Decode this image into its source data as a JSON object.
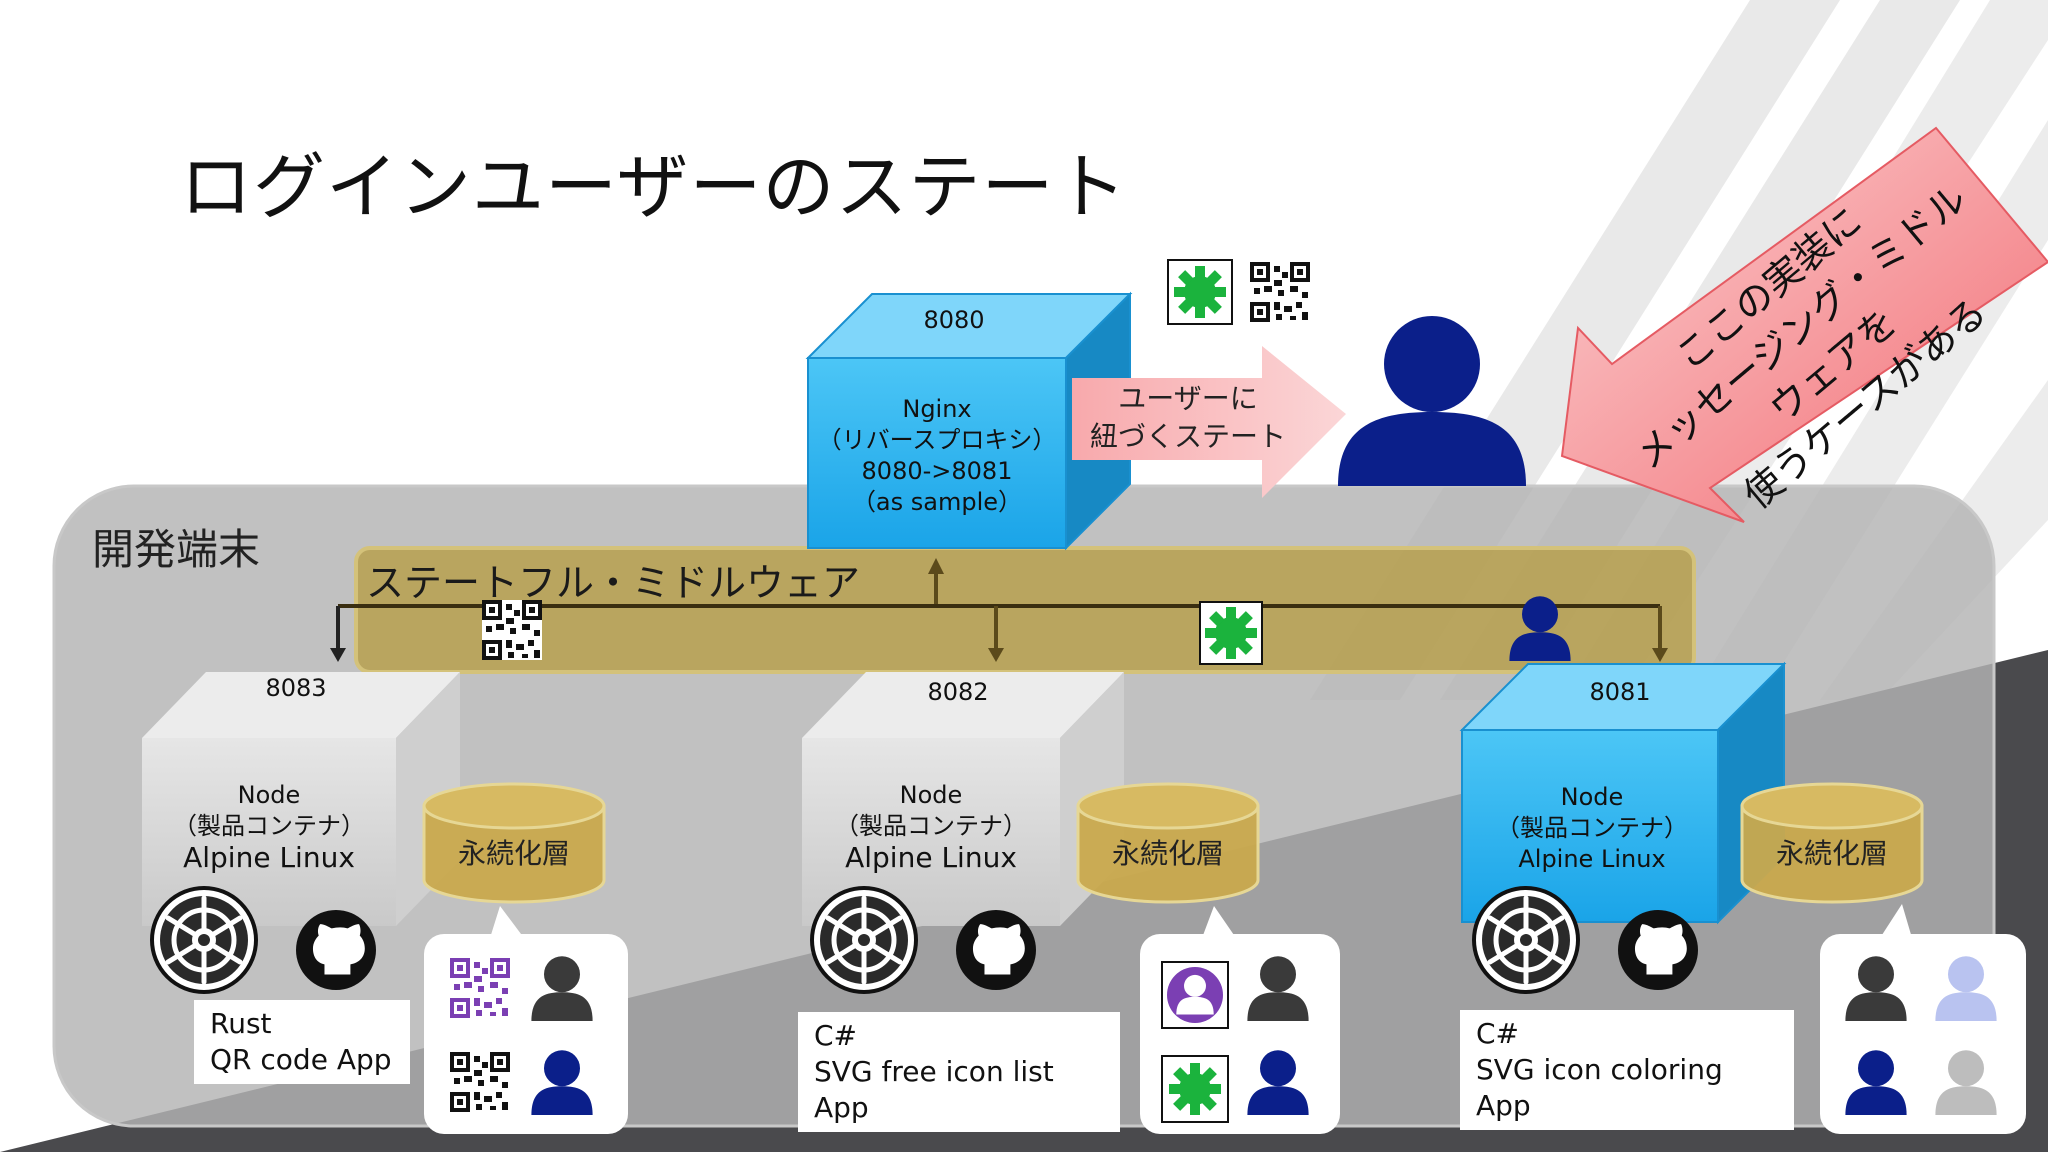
{
  "title": "ログインユーザーのステート",
  "environment_label": "開発端末",
  "middleware_label": "ステートフル・ミドルウェア",
  "nginx": {
    "port": "8080",
    "lines": [
      "Nginx",
      "（リバースプロキシ）",
      "8080->8081",
      "（as sample）"
    ]
  },
  "state_arrow": {
    "lines": [
      "ユーザーに",
      "紐づくステート"
    ]
  },
  "callout": {
    "lines": [
      "ここの実装に",
      "メッセージング・ミドルウェアを",
      "使うケースがある"
    ]
  },
  "containers": [
    {
      "port": "8083",
      "line1": "Node",
      "line2": "（製品コンテナ）",
      "line3": "Alpine Linux",
      "db_label": "永続化層",
      "app_line1": "Rust",
      "app_line2": "QR code App"
    },
    {
      "port": "8082",
      "line1": "Node",
      "line2": "（製品コンテナ）",
      "line3": "Alpine Linux",
      "db_label": "永続化層",
      "app_line1": "C#",
      "app_line2": "SVG free icon list App"
    },
    {
      "port": "8081",
      "line1": "Node",
      "line2": "（製品コンテナ）",
      "line3": "Alpine Linux",
      "db_label": "永続化層",
      "app_line1": "C#",
      "app_line2": "SVG icon coloring App"
    }
  ],
  "colors": {
    "accent_blue": "#27b0ee",
    "middleware_gold": "#b59a39",
    "arrow_pink": "#f48a8e",
    "user_navy": "#0b1f8a",
    "gear_green": "#1bb33d"
  },
  "icons": [
    "user-icon",
    "gear-icon",
    "qr-code-icon",
    "kubernetes-helm-icon",
    "github-icon",
    "database-icon"
  ]
}
